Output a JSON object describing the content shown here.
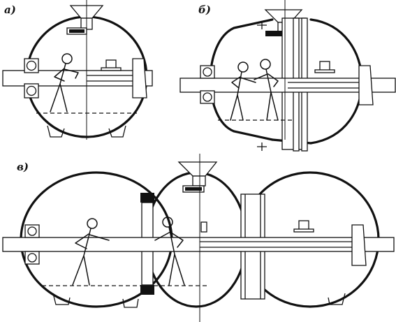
{
  "panels": [
    {
      "id": "a",
      "label": "а)"
    },
    {
      "id": "b",
      "label": "б)"
    },
    {
      "id": "v",
      "label": "в)"
    }
  ],
  "colors": {
    "line": "#111111",
    "fill": "#ffffff"
  }
}
